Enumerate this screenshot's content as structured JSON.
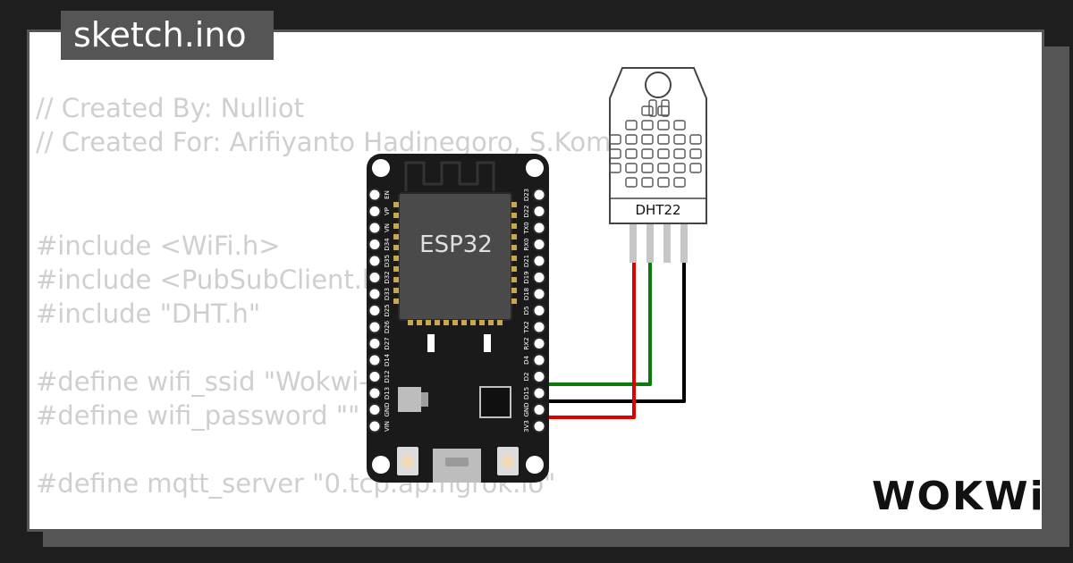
{
  "file_tab": {
    "name": "sketch.ino"
  },
  "code_lines": [
    "// Created By: Nulliot",
    "// Created For: Arifiyanto Hadinegoro, S.Kom., M.T",
    "",
    "",
    "#include <WiFi.h>",
    "#include <PubSubClient.h>",
    "#include \"DHT.h\"",
    "",
    "#define wifi_ssid \"Wokwi-GUEST\"",
    "#define wifi_password \"\"",
    "",
    "#define mqtt_server \"0.tcp.ap.ngrok.io\""
  ],
  "board": {
    "label": "ESP32",
    "left_pins": [
      "EN",
      "VP",
      "VN",
      "D34",
      "D35",
      "D32",
      "D33",
      "D25",
      "D26",
      "D27",
      "D14",
      "D12",
      "D13",
      "GND",
      "VIN"
    ],
    "right_pins": [
      "D23",
      "D22",
      "TX0",
      "RX0",
      "D21",
      "D19",
      "D18",
      "D5",
      "TX2",
      "RX2",
      "D4",
      "D2",
      "D15",
      "GND",
      "3V3"
    ]
  },
  "sensor": {
    "label": "DHT22"
  },
  "wires": {
    "green": "#0a7a0a",
    "black": "#000000",
    "red": "#e00000"
  },
  "logo": {
    "text": "WOKWi"
  }
}
